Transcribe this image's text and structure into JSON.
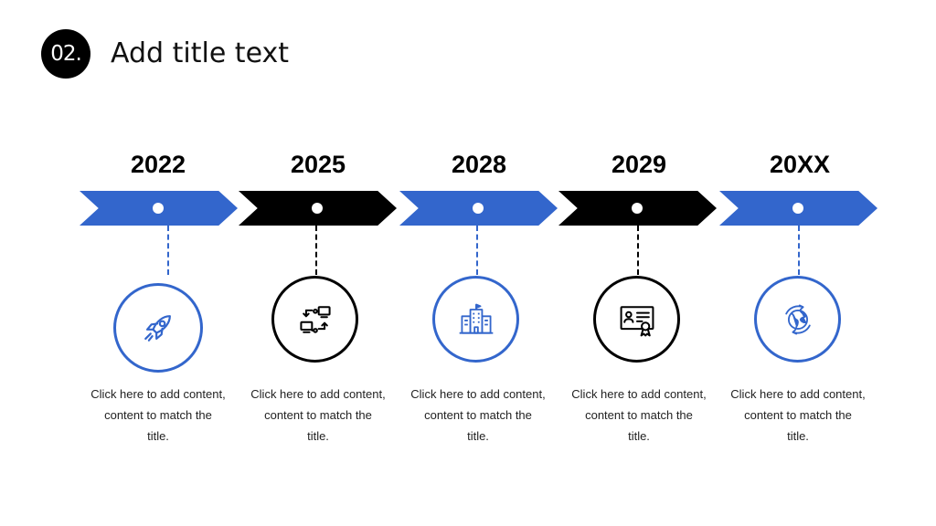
{
  "header": {
    "number": "02.",
    "title": "Add title text"
  },
  "colors": {
    "blue": "#3366cc",
    "black": "#000000"
  },
  "timeline": [
    {
      "year": "2022",
      "color": "blue",
      "icon": "rocket-icon",
      "lines": [
        "Click here to add content,",
        "content to match the",
        "title."
      ]
    },
    {
      "year": "2025",
      "color": "black",
      "icon": "network-computers-icon",
      "lines": [
        "Click here to add content,",
        "content to match the",
        "title."
      ]
    },
    {
      "year": "2028",
      "color": "blue",
      "icon": "office-building-icon",
      "lines": [
        "Click here to add content,",
        "content to match the",
        "title."
      ]
    },
    {
      "year": "2029",
      "color": "black",
      "icon": "certificate-icon",
      "lines": [
        "Click here to add content,",
        "content to match the",
        "title."
      ]
    },
    {
      "year": "20XX",
      "color": "blue",
      "icon": "globe-icon",
      "lines": [
        "Click here to add content,",
        "content to match the",
        "title."
      ]
    }
  ]
}
